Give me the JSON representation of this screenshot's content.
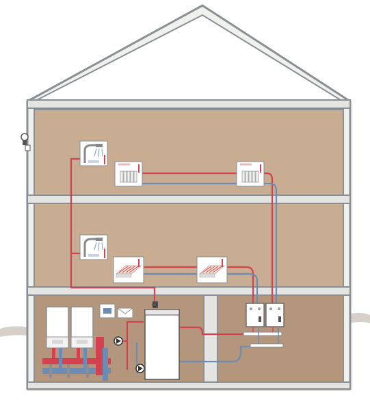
{
  "diagram": {
    "kind": "house-heating-system-schematic",
    "colors": {
      "house_fill": "#f0f0ee",
      "outline": "#8a8f93",
      "room_fill": "#c8ad93",
      "basement_fill": "#b3967b",
      "floor_slab": "#e4e5e3",
      "supply_pipe": "#d3424e",
      "return_pipe": "#6d8cb5",
      "appliance_white": "#ffffff",
      "ground": "#d6d0c8"
    },
    "icons": [
      "outdoor-sensor-icon",
      "shower-icon",
      "radiator-icon",
      "underfloor-heating-icon",
      "boiler-icon",
      "storage-tank-icon",
      "pump-icon",
      "heat-exchanger-module-icon",
      "controller-icon",
      "envelope-icon"
    ],
    "counts": {
      "floors": 3,
      "radiators": 2,
      "underfloor_panels": 2,
      "showers": 2,
      "boilers": 2,
      "wall_modules": 2
    }
  }
}
